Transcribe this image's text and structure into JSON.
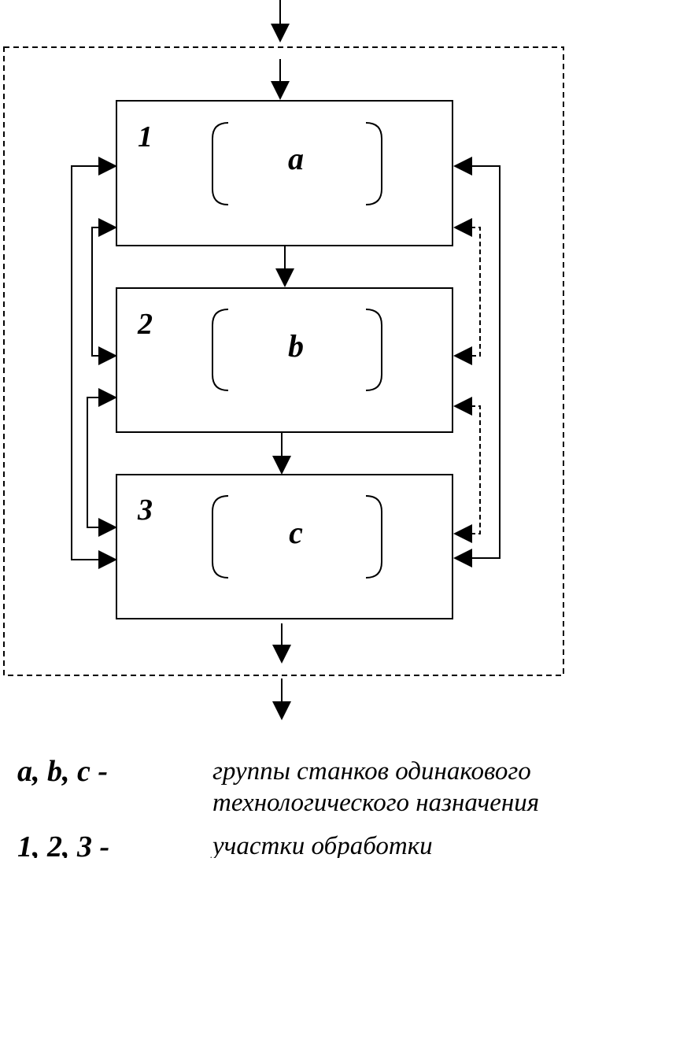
{
  "diagram": {
    "blocks": [
      {
        "number": "1",
        "group": "a"
      },
      {
        "number": "2",
        "group": "b"
      },
      {
        "number": "3",
        "group": "c"
      }
    ]
  },
  "legend": [
    {
      "key": "a, b, c -",
      "desc_line1": "группы станков одинакового",
      "desc_line2": "технологического назначения"
    },
    {
      "key": "1, 2, 3 -",
      "desc_line1": "участки обработки"
    }
  ],
  "colors": {
    "line": "#000000",
    "background": "#ffffff"
  }
}
